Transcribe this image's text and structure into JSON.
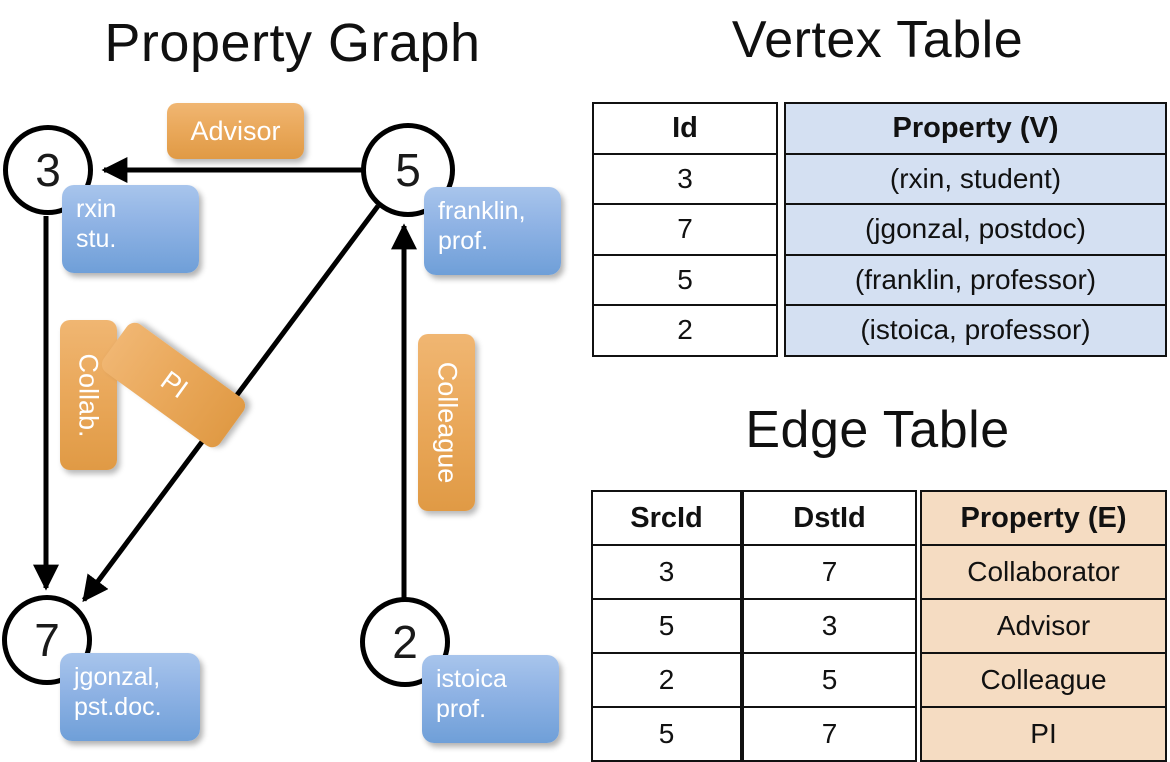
{
  "titles": {
    "property_graph": "Property Graph",
    "vertex_table": "Vertex Table",
    "edge_table": "Edge Table"
  },
  "colors": {
    "vertex_property_fill": "#d4e0f2",
    "edge_property_fill": "#f5dcc2",
    "vertex_box_fill": "#7fa9dd",
    "edge_label_fill": "#eaa95c",
    "stroke": "#111111",
    "background": "#ffffff"
  },
  "graph": {
    "nodes": [
      {
        "id": "3",
        "property_line1": "rxin",
        "property_line2": "stu."
      },
      {
        "id": "5",
        "property_line1": "franklin,",
        "property_line2": "prof."
      },
      {
        "id": "7",
        "property_line1": "jgonzal,",
        "property_line2": "pst.doc."
      },
      {
        "id": "2",
        "property_line1": "istoica",
        "property_line2": "prof."
      }
    ],
    "edges": [
      {
        "label": "Advisor",
        "src": "5",
        "dst": "3",
        "orientation": "horizontal"
      },
      {
        "label": "Collab.",
        "src": "3",
        "dst": "7",
        "orientation": "vertical"
      },
      {
        "label": "PI",
        "src": "5",
        "dst": "7",
        "orientation": "diagonal"
      },
      {
        "label": "Colleague",
        "src": "2",
        "dst": "5",
        "orientation": "vertical"
      }
    ]
  },
  "vertex_table": {
    "columns": [
      "Id",
      "Property (V)"
    ],
    "rows": [
      {
        "id": "3",
        "property": "(rxin, student)"
      },
      {
        "id": "7",
        "property": "(jgonzal, postdoc)"
      },
      {
        "id": "5",
        "property": "(franklin, professor)"
      },
      {
        "id": "2",
        "property": "(istoica, professor)"
      }
    ]
  },
  "edge_table": {
    "columns": [
      "SrcId",
      "DstId",
      "Property (E)"
    ],
    "rows": [
      {
        "src": "3",
        "dst": "7",
        "property": "Collaborator"
      },
      {
        "src": "5",
        "dst": "3",
        "property": "Advisor"
      },
      {
        "src": "2",
        "dst": "5",
        "property": "Colleague"
      },
      {
        "src": "5",
        "dst": "7",
        "property": "PI"
      }
    ]
  }
}
